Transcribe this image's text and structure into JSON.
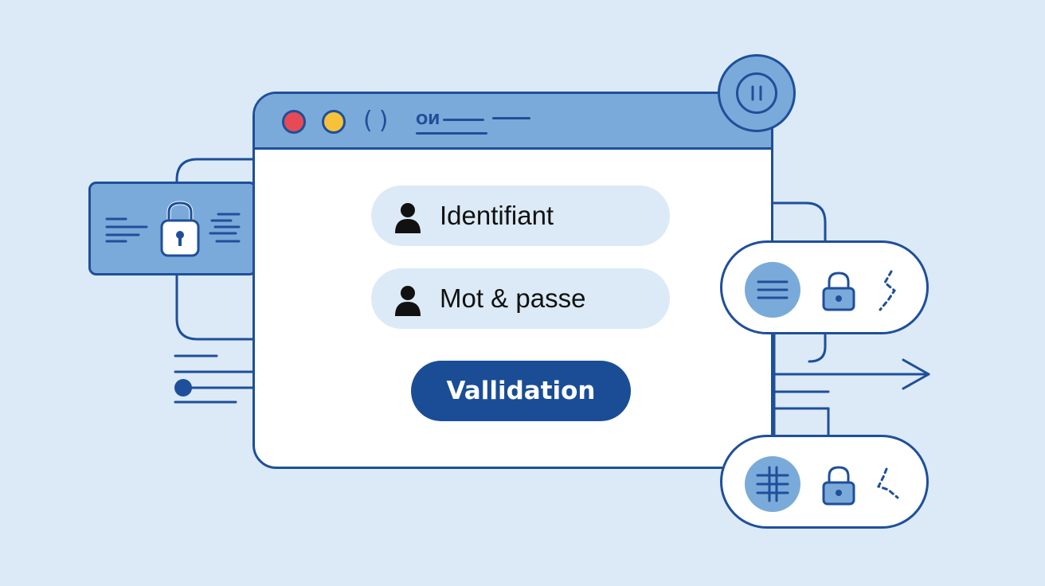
{
  "window": {
    "titlebar_text": "ОИ",
    "controls": {
      "left_paren": "(",
      "right_paren": ")"
    }
  },
  "form": {
    "username_label": "Identifiant",
    "password_label": "Mot & passe",
    "submit_label": "Vallidation"
  },
  "icons": {
    "window_close": "close-dot-icon",
    "window_minimize": "minimize-dot-icon",
    "user": "person-icon",
    "lock": "padlock-icon",
    "menu": "hamburger-menu-icon",
    "grid": "grid-icon",
    "path": "dotted-path-icon",
    "badge": "pause-circle-icon",
    "arrow": "arrow-right-icon"
  },
  "colors": {
    "background": "#dbeaf6",
    "accent": "#7aaad9",
    "outline": "#1f4f9a",
    "button": "#1a4d96",
    "close_dot": "#e84a55",
    "minimize_dot": "#f7c23a"
  }
}
